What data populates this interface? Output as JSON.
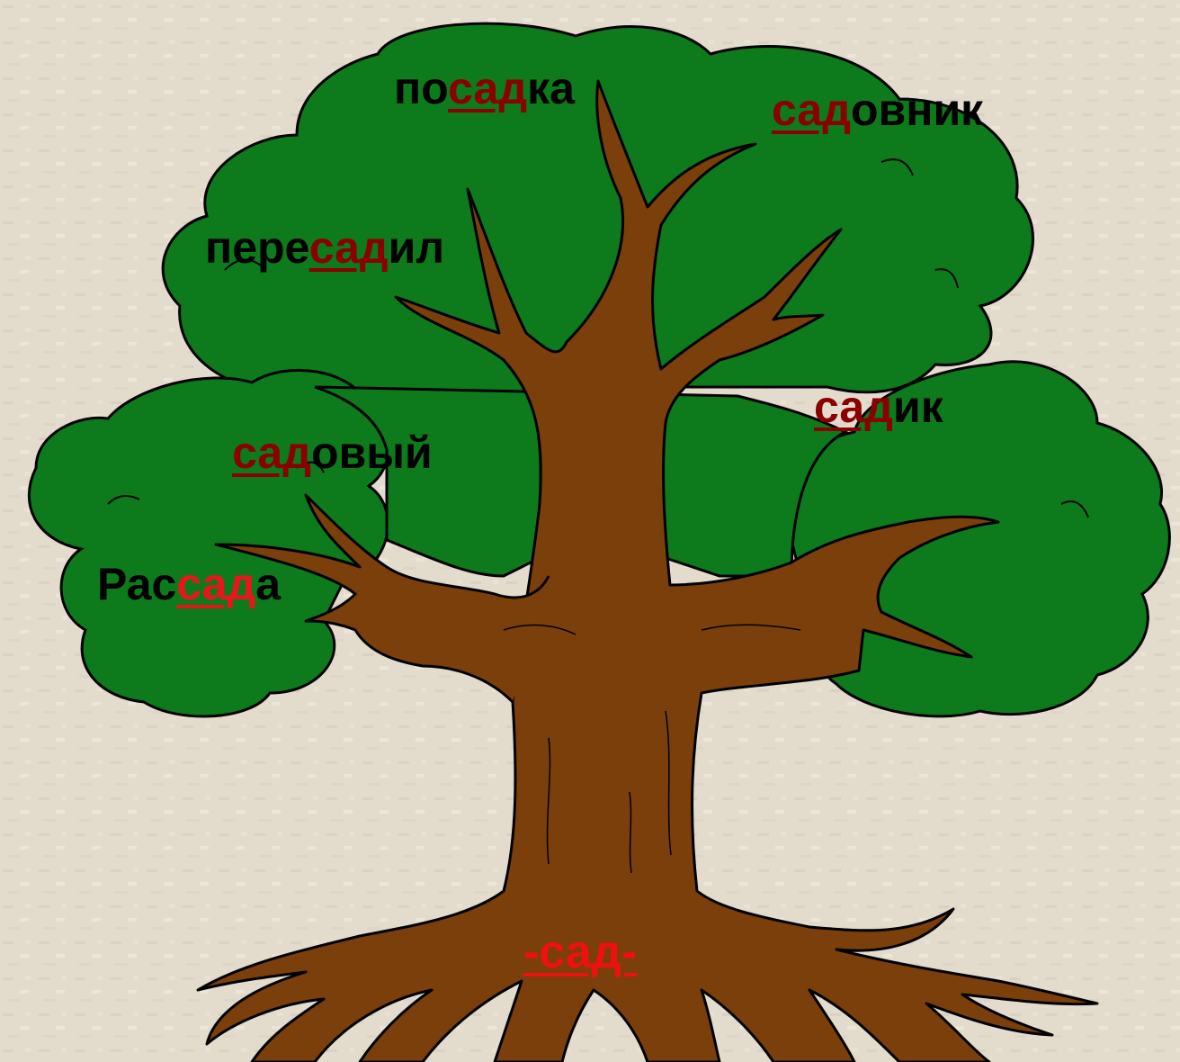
{
  "colors": {
    "background": "#e3dccd",
    "foliage": "#0d7a1c",
    "trunk": "#7a3f0a",
    "outline": "#000000",
    "root_dark": "#8b0000",
    "root_bright": "#f01010"
  },
  "words": [
    {
      "id": "posadka",
      "prefix": "по",
      "root": "сад",
      "suffix": "ка"
    },
    {
      "id": "sadovnik",
      "prefix": "",
      "root": "сад",
      "suffix": "овник"
    },
    {
      "id": "peresadil",
      "prefix": "пере",
      "root": "сад",
      "suffix": "ил"
    },
    {
      "id": "sadik",
      "prefix": "",
      "root": "сад",
      "suffix": "ик"
    },
    {
      "id": "sadovyi",
      "prefix": "",
      "root": "сад",
      "suffix": "овый"
    },
    {
      "id": "rassada",
      "prefix": "Рас",
      "root": "сад",
      "suffix": "а"
    }
  ],
  "root_word": "-сад-"
}
